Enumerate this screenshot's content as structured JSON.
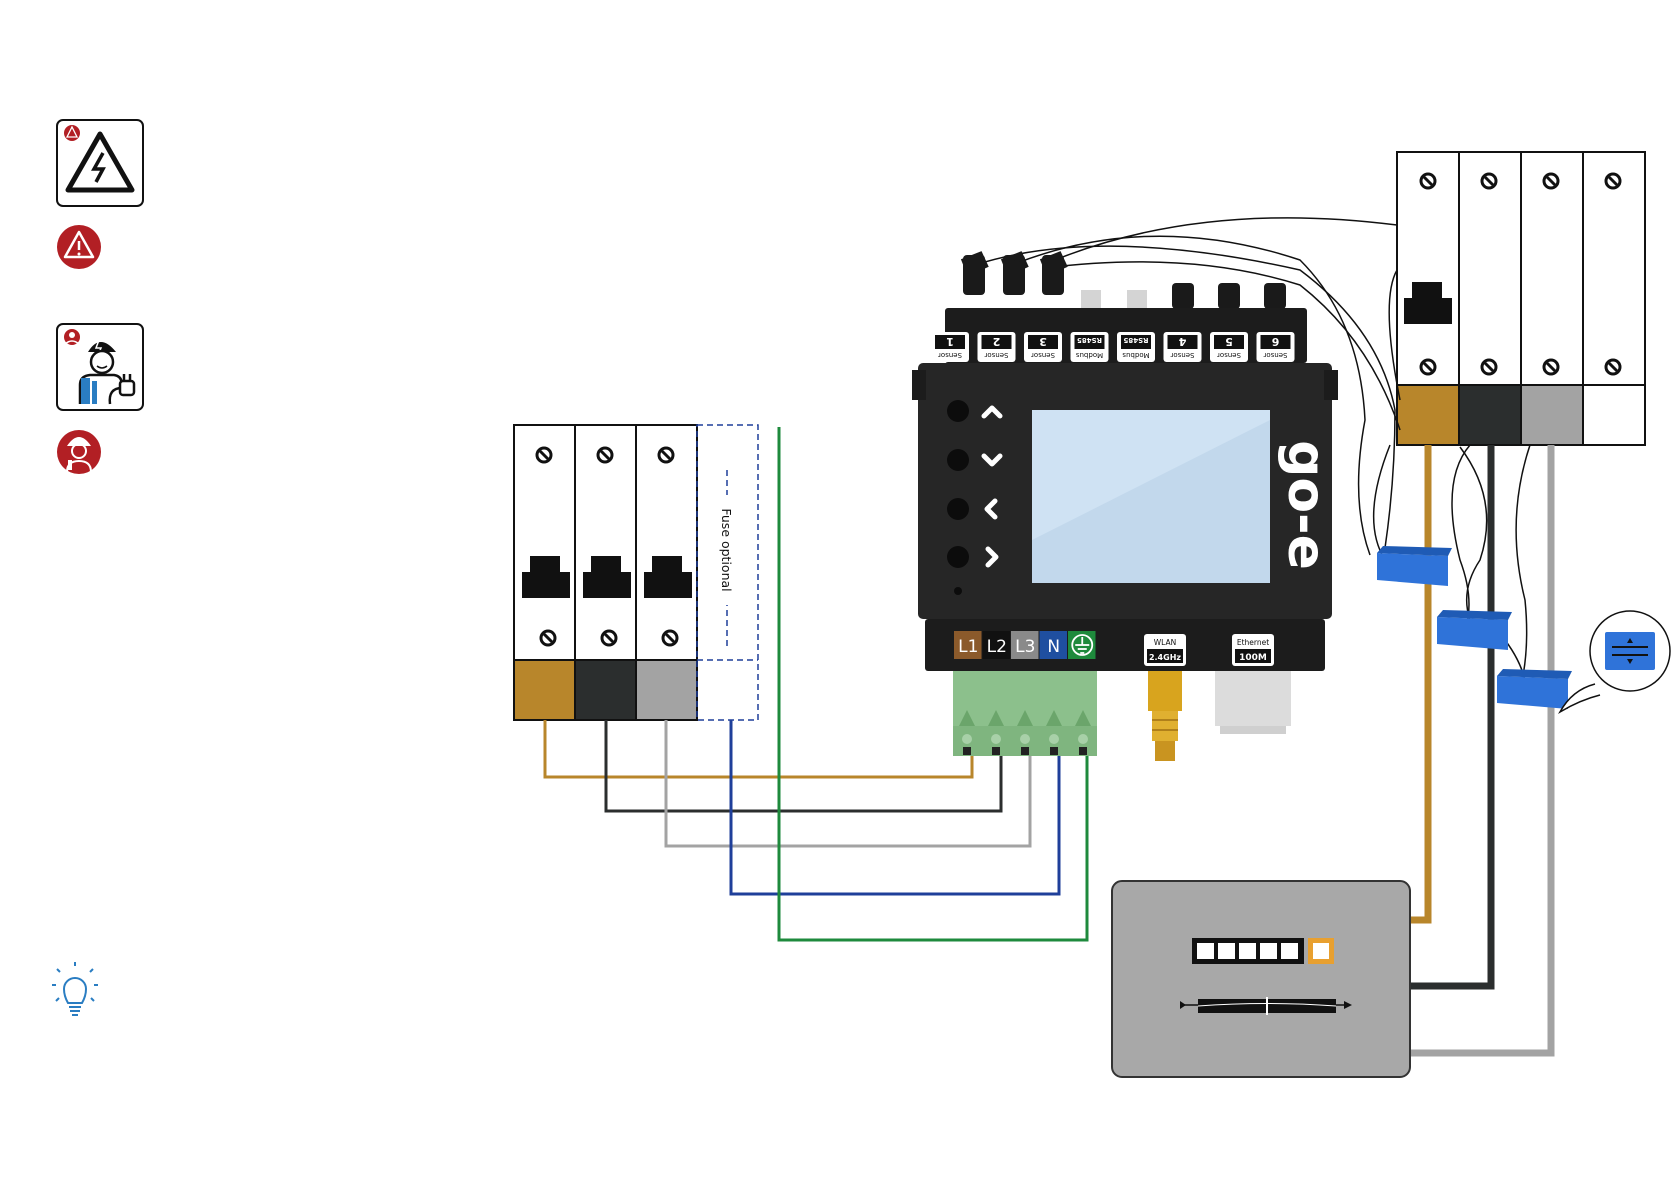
{
  "fuse_box_left": {
    "label": "Fuse optional",
    "phase_colors": [
      "#B8862B",
      "#2B2E2E",
      "#A3A3A3"
    ]
  },
  "meter": {
    "brand": "go-e",
    "sensor_ports": [
      {
        "num": "1",
        "type": "Sensor"
      },
      {
        "num": "2",
        "type": "Sensor"
      },
      {
        "num": "3",
        "type": "Sensor"
      },
      {
        "num": "",
        "type": "RS485 Modbus"
      },
      {
        "num": "",
        "type": "RS485 Modbus"
      },
      {
        "num": "4",
        "type": "Sensor"
      },
      {
        "num": "5",
        "type": "Sensor"
      },
      {
        "num": "6",
        "type": "Sensor"
      }
    ],
    "terminals": [
      {
        "label": "L1",
        "color": "#8B5A2B"
      },
      {
        "label": "L2",
        "color": "#111111"
      },
      {
        "label": "L3",
        "color": "#8A8A8A"
      },
      {
        "label": "N",
        "color": "#1F4FA0"
      },
      {
        "label": "PE",
        "color": "#1E8A3C"
      }
    ],
    "wlan": {
      "title": "WLAN",
      "value": "2.4GHz"
    },
    "ethernet": {
      "title": "Ethernet",
      "value": "100M"
    },
    "buttons": [
      "up",
      "down",
      "left",
      "right"
    ]
  },
  "wire_colors": {
    "L1": "#B8862B",
    "L2": "#2B2E2E",
    "L3": "#A3A3A3",
    "N": "#1F3F9A",
    "PE": "#1E8A3C",
    "brand_red": "#B21F24",
    "ct_blue": "#2F73D9",
    "hint_blue": "#2A7DC2"
  },
  "icons": [
    "electrical-hazard-icon",
    "warning-icon",
    "electrician-icon",
    "electrician-badge-icon",
    "lightbulb-icon"
  ]
}
